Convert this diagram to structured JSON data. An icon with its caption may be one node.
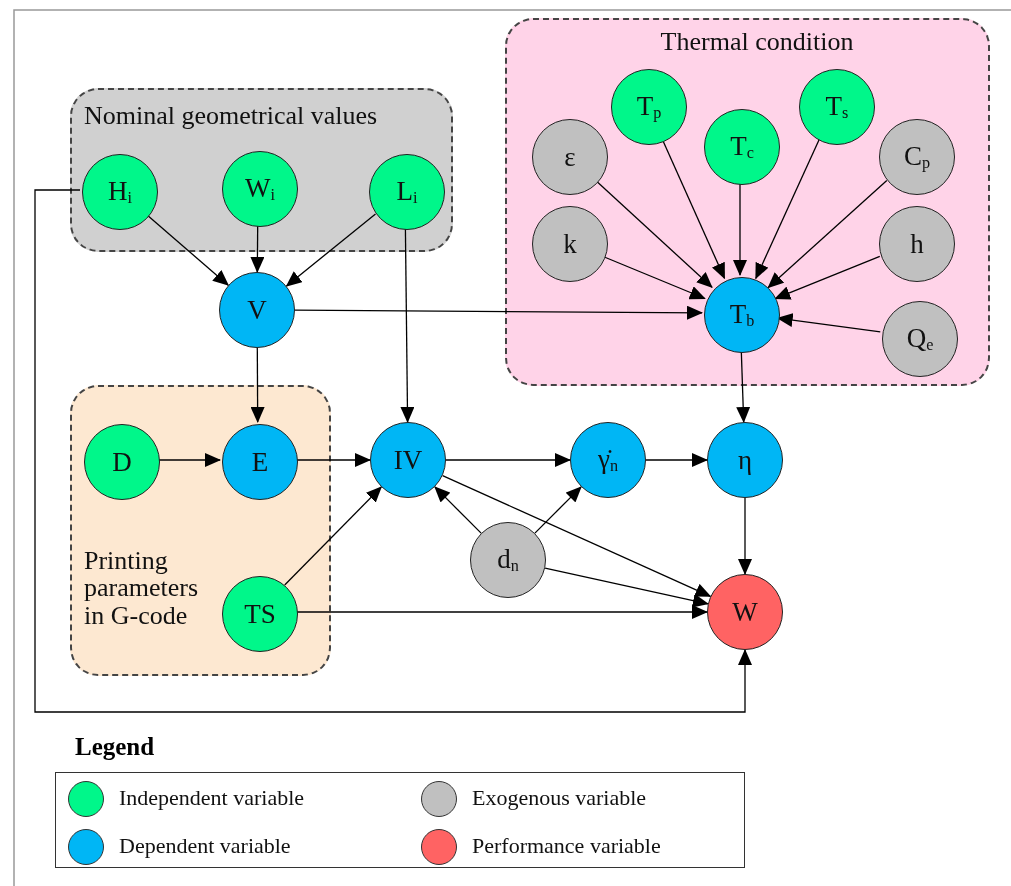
{
  "diagram": {
    "nodes": [
      {
        "text": [
          "Nominal geometrical values"
        ]
      },
      {
        "text": [
          "H$_{i}$"
        ],
        "in": 0
      },
      {
        "text": [
          "W$_{i}$"
        ],
        "in": 0
      },
      {
        "text": [
          "L$_{i}$"
        ],
        "in": 0
      },
      {
        "text": [
          "Thermal condition"
        ]
      },
      {
        "text": [
          "T$_{p}$"
        ],
        "in": 4
      },
      {
        "text": [
          "T$_{c}$"
        ],
        "in": 4
      },
      {
        "text": [
          "T$_{s}$"
        ],
        "in": 4
      },
      {
        "text": [
          "ε"
        ],
        "in": 4
      },
      {
        "text": [
          "k"
        ],
        "in": 4
      },
      {
        "text": [
          "C$_{p}$"
        ],
        "in": 4
      },
      {
        "text": [
          "h"
        ],
        "in": 4
      },
      {
        "text": [
          "Q$_{e}$"
        ],
        "in": 4
      },
      {
        "text": [
          "T$_{b}$"
        ],
        "in": 4
      },
      {
        "text": [
          "V"
        ]
      },
      {
        "text": [
          "Printing parameters in G-code"
        ]
      },
      {
        "text": [
          "D"
        ],
        "in": 15
      },
      {
        "text": [
          "E"
        ],
        "in": 15
      },
      {
        "text": [
          "TS"
        ],
        "in": 15
      },
      {
        "text": [
          "IV"
        ]
      },
      {
        "text": [
          "γ̇$_{n}$"
        ]
      },
      {
        "text": [
          "η"
        ]
      },
      {
        "text": [
          "d$_{n}$"
        ]
      },
      {
        "text": [
          "W"
        ]
      }
    ],
    "edges": [
      {
        "from": 1,
        "to": 14,
        "arrow": "to"
      },
      {
        "from": 2,
        "to": 14,
        "arrow": "to"
      },
      {
        "from": 3,
        "to": 14,
        "arrow": "to"
      },
      {
        "from": 3,
        "to": 19,
        "arrow": "to"
      },
      {
        "from": 14,
        "to": 13,
        "arrow": "to"
      },
      {
        "from": 14,
        "to": 17,
        "arrow": "to"
      },
      {
        "from": 8,
        "to": 13,
        "arrow": "to"
      },
      {
        "from": 5,
        "to": 13,
        "arrow": "to"
      },
      {
        "from": 6,
        "to": 13,
        "arrow": "to"
      },
      {
        "from": 7,
        "to": 13,
        "arrow": "to"
      },
      {
        "from": 10,
        "to": 13,
        "arrow": "to"
      },
      {
        "from": 9,
        "to": 13,
        "arrow": "to"
      },
      {
        "from": 11,
        "to": 13,
        "arrow": "to"
      },
      {
        "from": 12,
        "to": 13,
        "arrow": "to"
      },
      {
        "from": 13,
        "to": 21,
        "arrow": "to"
      },
      {
        "from": 16,
        "to": 17,
        "arrow": "to"
      },
      {
        "from": 17,
        "to": 19,
        "arrow": "to"
      },
      {
        "from": 18,
        "to": 19,
        "arrow": "to"
      },
      {
        "from": 18,
        "to": 23,
        "arrow": "to"
      },
      {
        "from": 19,
        "to": 20,
        "arrow": "to"
      },
      {
        "from": 19,
        "to": 23,
        "arrow": "to"
      },
      {
        "from": 22,
        "to": 19,
        "arrow": "to"
      },
      {
        "from": 22,
        "to": 20,
        "arrow": "to"
      },
      {
        "from": 22,
        "to": 23,
        "arrow": "to"
      },
      {
        "from": 20,
        "to": 21,
        "arrow": "to"
      },
      {
        "from": 21,
        "to": 23,
        "arrow": "to"
      },
      {
        "from": 1,
        "to": 23,
        "arrow": "to"
      }
    ],
    "labels": [
      "Legend"
    ],
    "legend": [
      {
        "text": "Independent variable",
        "color": "#00f78a"
      },
      {
        "text": "Exogenous variable",
        "color": "#c0c0c0"
      },
      {
        "text": "Dependent variable",
        "color": "#00b6f5"
      },
      {
        "text": "Performance variable",
        "color": "#ff6363"
      }
    ]
  }
}
